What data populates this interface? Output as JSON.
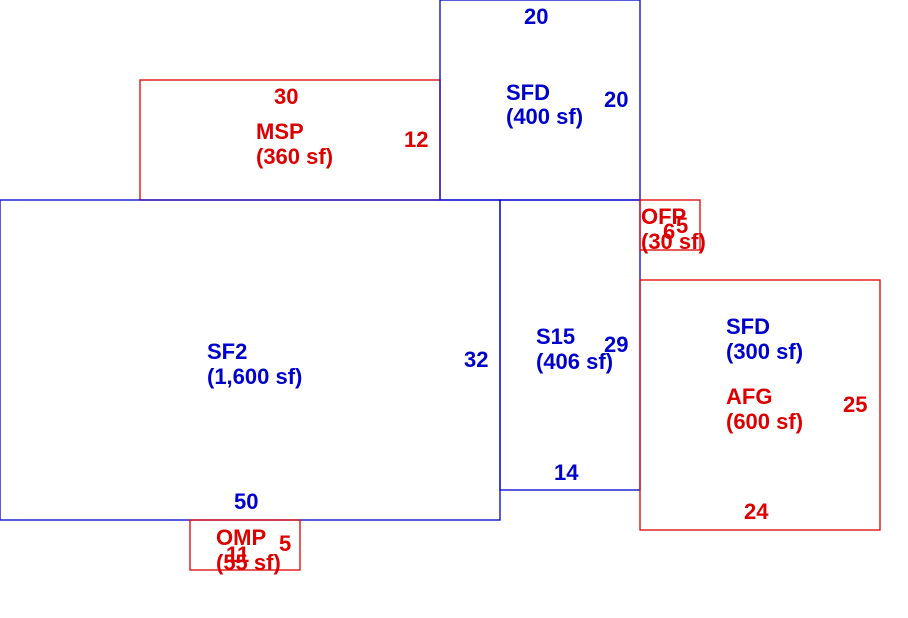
{
  "colors": {
    "blue": "#0000cc",
    "red": "#dd0000"
  },
  "areas": {
    "msp": {
      "code": "MSP",
      "area": "(360 sf)",
      "dim_top": "30",
      "dim_right": "12"
    },
    "sfd_upper": {
      "code": "SFD",
      "area": "(400 sf)",
      "dim_top": "20",
      "dim_right": "20"
    },
    "sf2": {
      "code": "SF2",
      "area": "(1,600 sf)",
      "dim_right": "32",
      "dim_bottom": "50"
    },
    "s15": {
      "code": "S15",
      "area": "(406 sf)",
      "dim_right": "29",
      "dim_bottom": "14"
    },
    "ofp": {
      "code": "OFP",
      "area": "(30 sf)",
      "dim_a": "6",
      "dim_b": "5"
    },
    "sfd_lower": {
      "code": "SFD",
      "area": "(300 sf)"
    },
    "afg": {
      "code": "AFG",
      "area": "(600 sf)",
      "dim_right": "25",
      "dim_bottom": "24"
    },
    "omp": {
      "code": "OMP",
      "area": "(55 sf)",
      "dim_a": "11",
      "dim_b": "5"
    }
  }
}
